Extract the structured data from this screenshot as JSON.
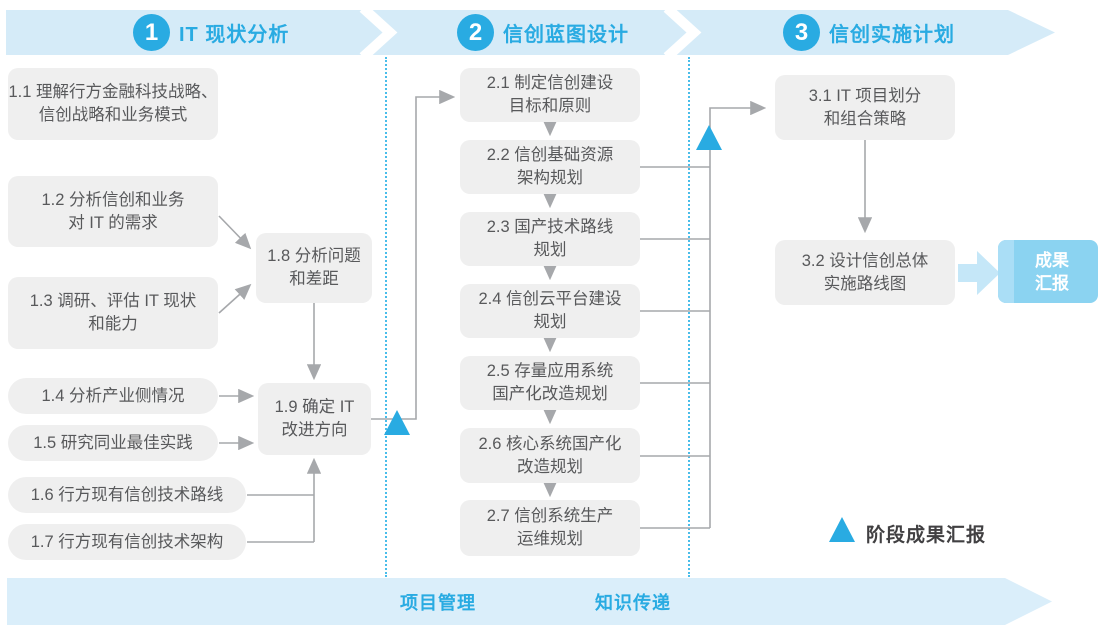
{
  "phases": [
    {
      "number": "1",
      "title": "IT 现状分析"
    },
    {
      "number": "2",
      "title": "信创蓝图设计"
    },
    {
      "number": "3",
      "title": "信创实施计划"
    }
  ],
  "phase1": {
    "boxes": [
      {
        "label": "1.1 理解行方金融科技战略、\n信创战略和业务模式"
      },
      {
        "label": "1.2 分析信创和业务\n对 IT 的需求"
      },
      {
        "label": "1.3 调研、评估 IT 现状\n和能力"
      },
      {
        "label": "1.4 分析产业侧情况"
      },
      {
        "label": "1.5 研究同业最佳实践"
      },
      {
        "label": "1.6 行方现有信创技术路线"
      },
      {
        "label": "1.7 行方现有信创技术架构"
      },
      {
        "label": "1.8 分析问题\n和差距"
      },
      {
        "label": "1.9 确定 IT\n改进方向"
      }
    ]
  },
  "phase2": {
    "boxes": [
      {
        "label": "2.1 制定信创建设\n目标和原则"
      },
      {
        "label": "2.2 信创基础资源\n架构规划"
      },
      {
        "label": "2.3 国产技术路线\n规划"
      },
      {
        "label": "2.4 信创云平台建设\n规划"
      },
      {
        "label": "2.5 存量应用系统\n国产化改造规划"
      },
      {
        "label": "2.6 核心系统国产化\n改造规划"
      },
      {
        "label": "2.7 信创系统生产\n运维规划"
      }
    ]
  },
  "phase3": {
    "boxes": [
      {
        "label": "3.1 IT 项目划分\n和组合策略"
      },
      {
        "label": "3.2 设计信创总体\n实施路线图"
      }
    ]
  },
  "result_box": {
    "label": "成果\n汇报"
  },
  "legend": {
    "label": "阶段成果汇报"
  },
  "bottom_band": {
    "items": [
      {
        "label": "项目管理"
      },
      {
        "label": "知识传递"
      }
    ]
  },
  "colors": {
    "accent_blue": "#29abe2",
    "band_blue": "#d5ebf8",
    "box_grey": "#efefef",
    "box_text_grey": "#58595b",
    "line_grey": "#a6a8ab",
    "result_blue": "#8bd3f1"
  }
}
